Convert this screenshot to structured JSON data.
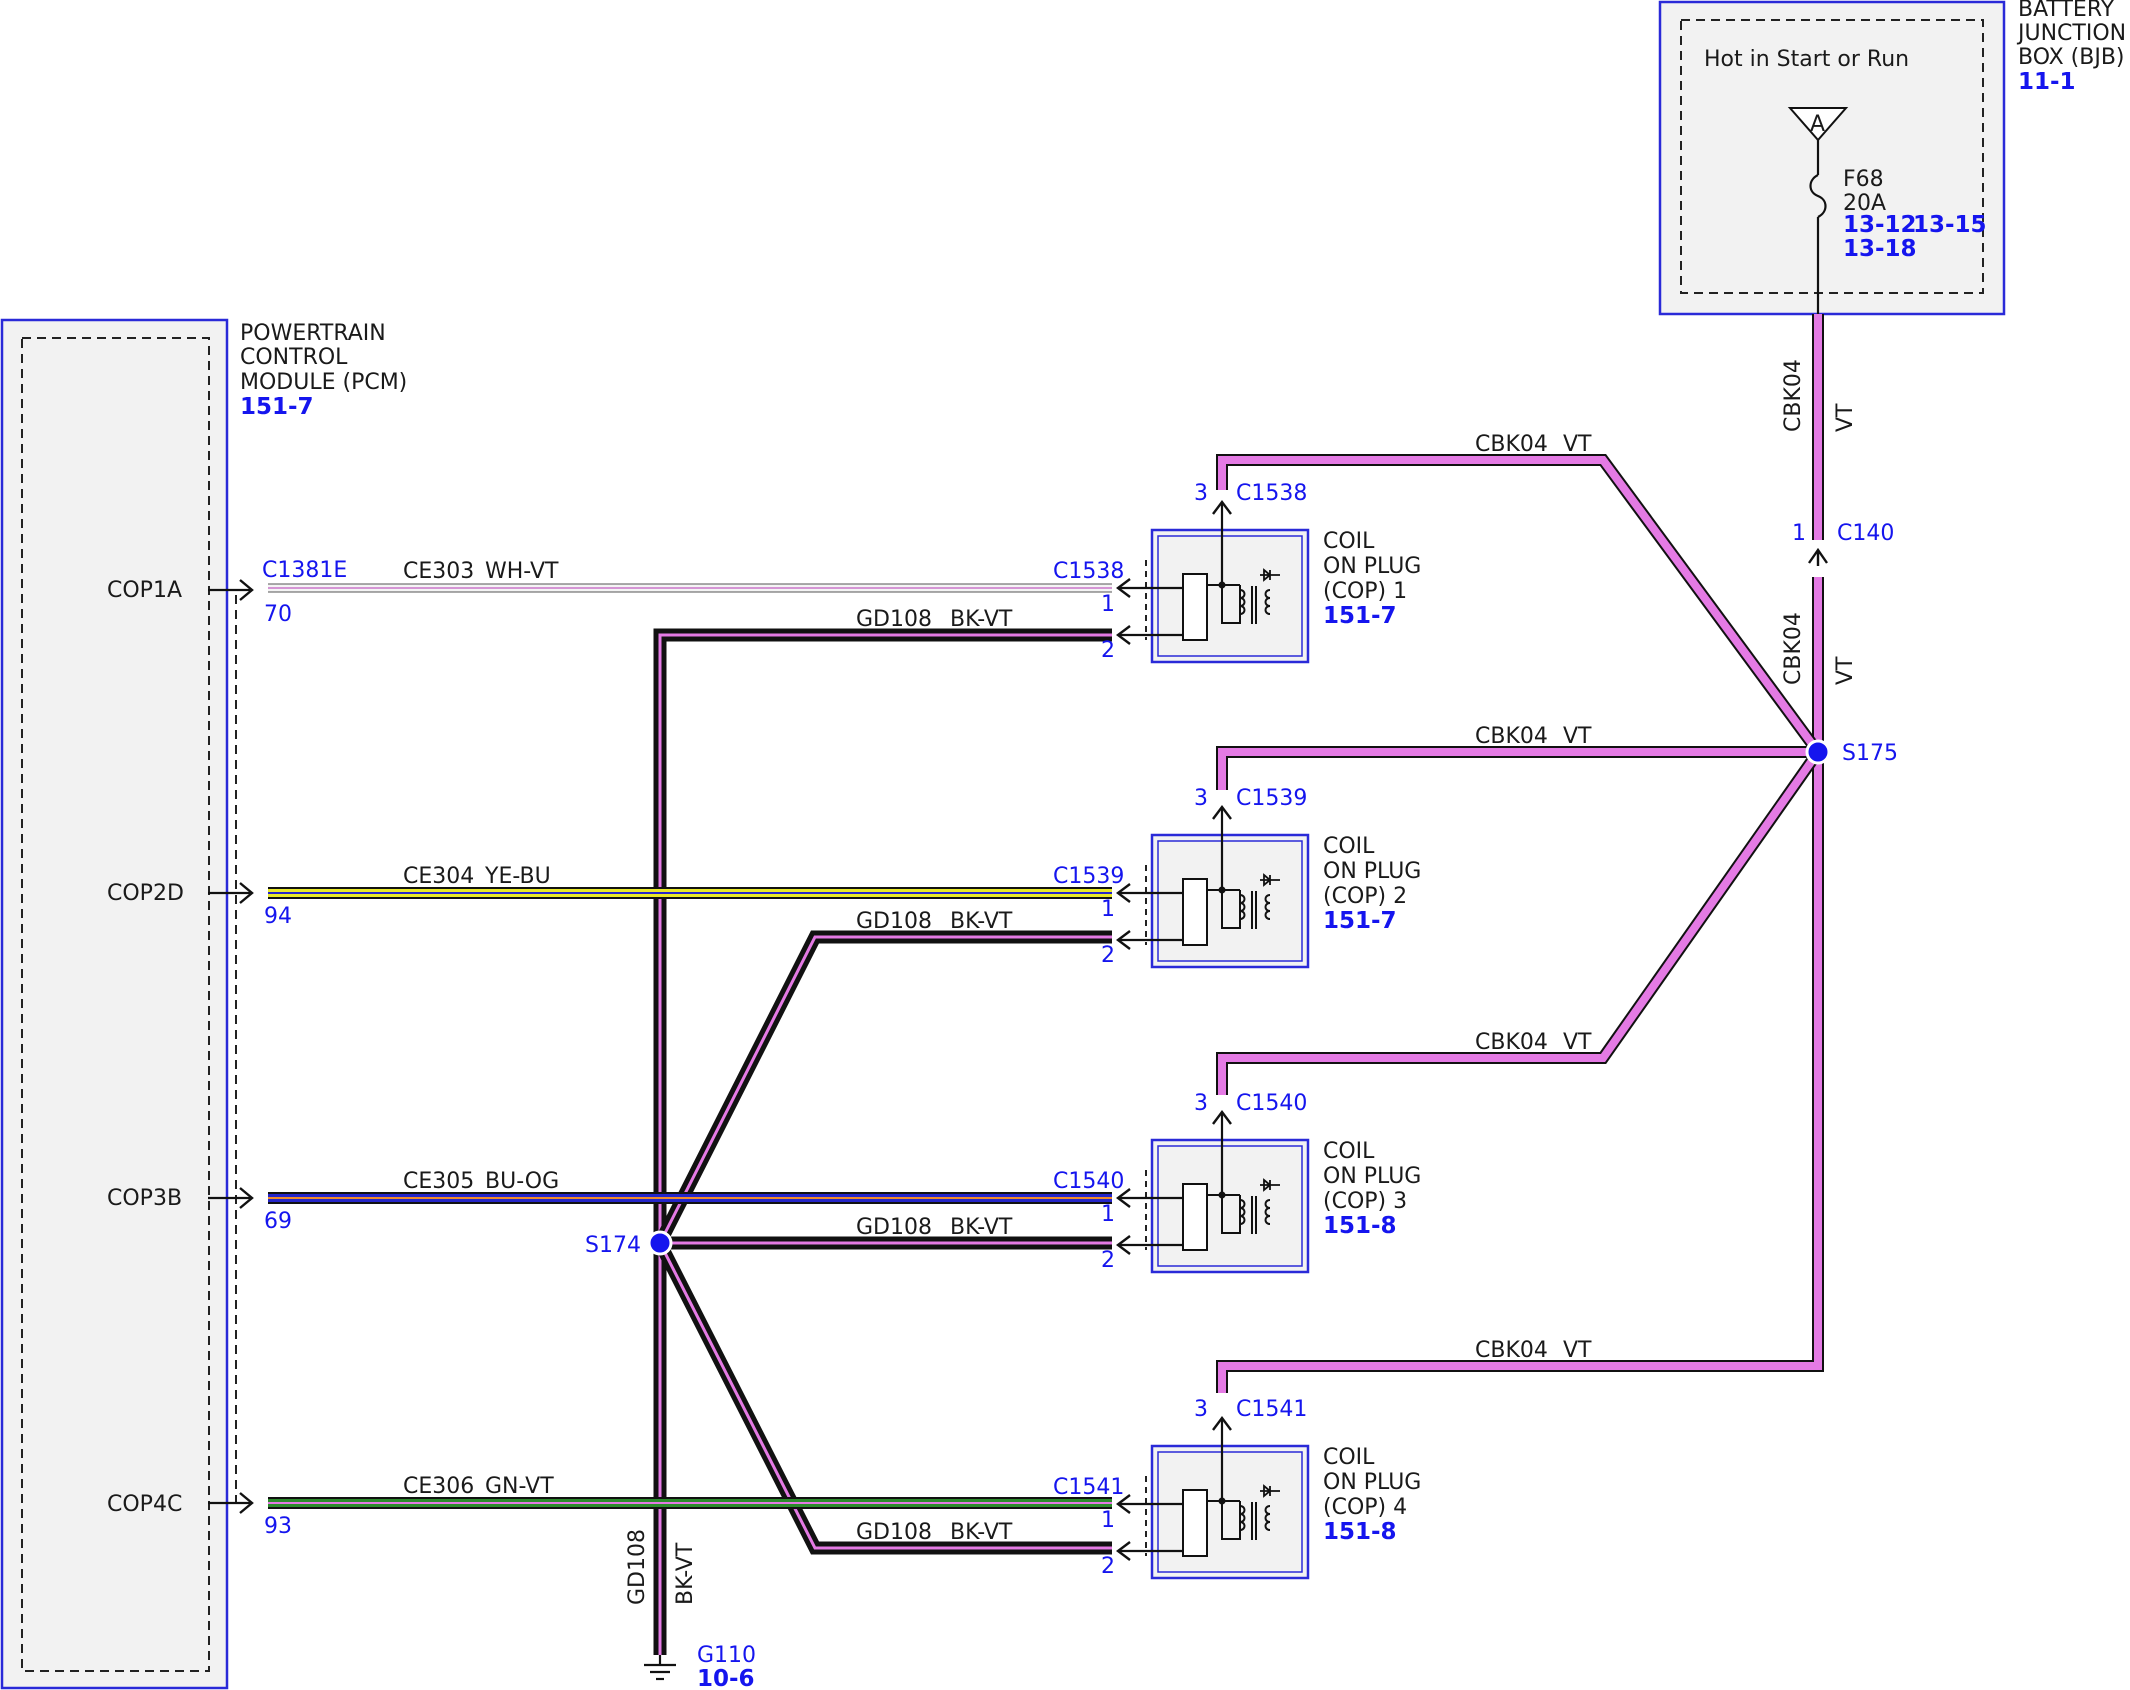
{
  "pcm": {
    "name_lines": [
      "POWERTRAIN",
      "CONTROL",
      "MODULE (PCM)"
    ],
    "ref": "151-7",
    "pins": [
      {
        "label": "COP1A",
        "connector": "C1381E",
        "pin": "70"
      },
      {
        "label": "COP2D",
        "pin": "94"
      },
      {
        "label": "COP3B",
        "pin": "69"
      },
      {
        "label": "COP4C",
        "pin": "93"
      }
    ]
  },
  "bjb": {
    "name_lines": [
      "BATTERY",
      "JUNCTION",
      "BOX (BJB)"
    ],
    "ref": "11-1",
    "hot_label": "Hot in Start or Run",
    "bus_letter": "A",
    "fuse": "F68",
    "fuse_rating": "20A",
    "fuse_refs": [
      "13-12",
      "13-15",
      "13-18"
    ]
  },
  "feed": {
    "connector": "C140",
    "pin": "1",
    "circuit": "CBK04",
    "color": "VT",
    "splice": "S175"
  },
  "coils": [
    {
      "connector": "C1538",
      "name_lines": [
        "COIL",
        "ON PLUG",
        "(COP) 1"
      ],
      "ref": "151-7",
      "signal_circuit": "CE303",
      "signal_color": "WH-VT",
      "ground_circuit": "GD108",
      "ground_color": "BK-VT",
      "feed_circuit": "CBK04",
      "feed_color": "VT",
      "pin_feed": "3",
      "pin_signal": "1",
      "pin_ground": "2"
    },
    {
      "connector": "C1539",
      "name_lines": [
        "COIL",
        "ON PLUG",
        "(COP) 2"
      ],
      "ref": "151-7",
      "signal_circuit": "CE304",
      "signal_color": "YE-BU",
      "ground_circuit": "GD108",
      "ground_color": "BK-VT",
      "feed_circuit": "CBK04",
      "feed_color": "VT",
      "pin_feed": "3",
      "pin_signal": "1",
      "pin_ground": "2"
    },
    {
      "connector": "C1540",
      "name_lines": [
        "COIL",
        "ON PLUG",
        "(COP) 3"
      ],
      "ref": "151-8",
      "signal_circuit": "CE305",
      "signal_color": "BU-OG",
      "ground_circuit": "GD108",
      "ground_color": "BK-VT",
      "feed_circuit": "CBK04",
      "feed_color": "VT",
      "pin_feed": "3",
      "pin_signal": "1",
      "pin_ground": "2"
    },
    {
      "connector": "C1541",
      "name_lines": [
        "COIL",
        "ON PLUG",
        "(COP) 4"
      ],
      "ref": "151-8",
      "signal_circuit": "CE306",
      "signal_color": "GN-VT",
      "ground_circuit": "GD108",
      "ground_color": "BK-VT",
      "feed_circuit": "CBK04",
      "feed_color": "VT",
      "pin_feed": "3",
      "pin_signal": "1",
      "pin_ground": "2"
    }
  ],
  "ground": {
    "splice": "S174",
    "circuit": "GD108",
    "color": "BK-VT",
    "point": "G110",
    "ref": "10-6"
  },
  "colors": {
    "violet": "#e47ae4",
    "black": "#111111",
    "yellow": "#e8e82a",
    "blue": "#2525c8",
    "green": "#2c8a2c",
    "white_violet": "#f0d8f0",
    "link_blue": "#1515ee"
  }
}
